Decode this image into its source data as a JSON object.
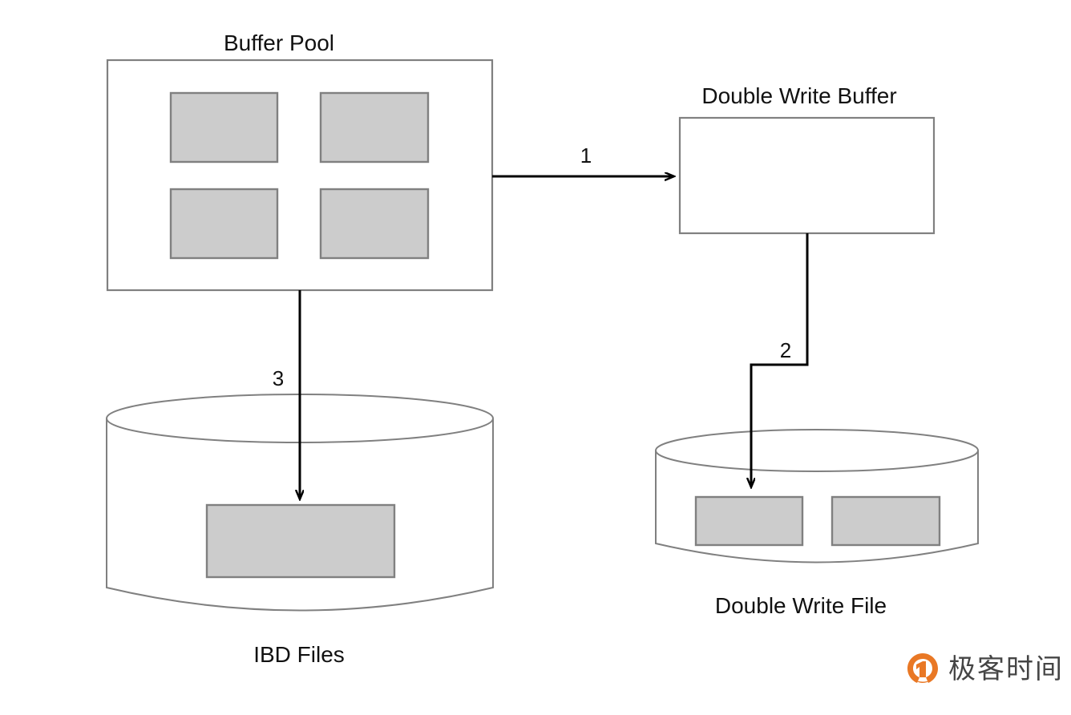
{
  "diagram": {
    "type": "flow-diagram",
    "title": "MySQL InnoDB Double Write Buffer flush flow",
    "background": "#ffffff",
    "colors": {
      "page_fill": "#cccccc",
      "shape_stroke": "#808080",
      "arrow_stroke": "#000000",
      "label_text": "#111111",
      "watermark_orange": "#e8711a",
      "watermark_text": "#3c3c3c"
    },
    "nodes": [
      {
        "id": "buffer-pool",
        "label": "Buffer Pool",
        "shape": "rectangle",
        "label_position": "top-outside",
        "pages": 4
      },
      {
        "id": "double-write-buffer",
        "label": "Double Write Buffer",
        "shape": "rectangle",
        "label_position": "top-outside",
        "pages": 0
      },
      {
        "id": "ibd-files",
        "label": "IBD Files",
        "shape": "cylinder",
        "label_position": "bottom-outside",
        "pages": 1
      },
      {
        "id": "double-write-file",
        "label": "Double Write File",
        "shape": "cylinder",
        "label_position": "bottom-outside",
        "pages": 2
      }
    ],
    "edges": [
      {
        "id": "edge-1",
        "label": "1",
        "from": "buffer-pool",
        "to": "double-write-buffer",
        "style": "straight-horizontal",
        "arrowhead": "end"
      },
      {
        "id": "edge-2",
        "label": "2",
        "from": "double-write-buffer",
        "to": "double-write-file",
        "style": "elbow-down-left-down",
        "arrowhead": "end"
      },
      {
        "id": "edge-3",
        "label": "3",
        "from": "buffer-pool",
        "to": "ibd-files",
        "style": "straight-vertical",
        "arrowhead": "end"
      }
    ]
  },
  "watermark": {
    "text": "极客时间",
    "logo_icon": "geektime-logo-icon"
  }
}
